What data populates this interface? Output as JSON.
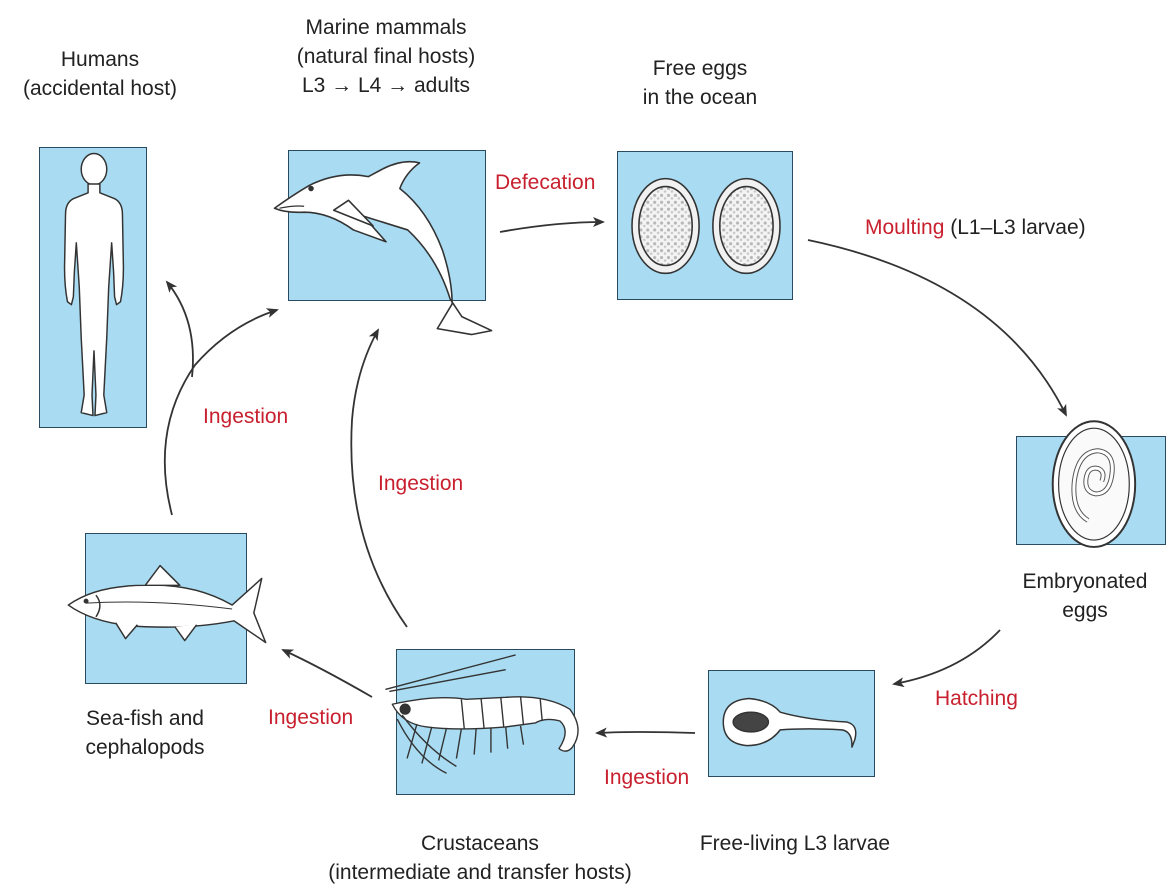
{
  "colors": {
    "box_fill": "#a9dcf2",
    "box_border": "#2a4a60",
    "process_text": "#c8202e",
    "label_text": "#222222",
    "arrow": "#333333"
  },
  "stages": {
    "humans": {
      "line1": "Humans",
      "line2": "(accidental host)",
      "icon": "human-silhouette-icon"
    },
    "marine_mammals": {
      "line1": "Marine mammals",
      "line2": "(natural final hosts)",
      "line3": "L3 → L4 → adults",
      "icon": "dolphin-icon"
    },
    "free_eggs": {
      "line1": "Free eggs",
      "line2": "in the ocean",
      "icon": "eggs-icon"
    },
    "embryonated_eggs": {
      "line1": "Embryonated",
      "line2": "eggs",
      "icon": "embryonated-egg-icon"
    },
    "l3_larvae": {
      "line1": "Free-living L3 larvae",
      "icon": "larva-icon"
    },
    "crustaceans": {
      "line1": "Crustaceans",
      "line2": "(intermediate and transfer hosts)",
      "icon": "shrimp-icon"
    },
    "sea_fish": {
      "line1": "Sea-fish and",
      "line2": "cephalopods",
      "icon": "fish-icon"
    }
  },
  "processes": {
    "defecation": "Defecation",
    "moulting": "Moulting",
    "moulting_detail": "(L1–L3 larvae)",
    "hatching": "Hatching",
    "ingestion_larvae": "Ingestion",
    "ingestion_crustacean": "Ingestion",
    "ingestion_to_mammal": "Ingestion",
    "ingestion_fish": "Ingestion"
  }
}
